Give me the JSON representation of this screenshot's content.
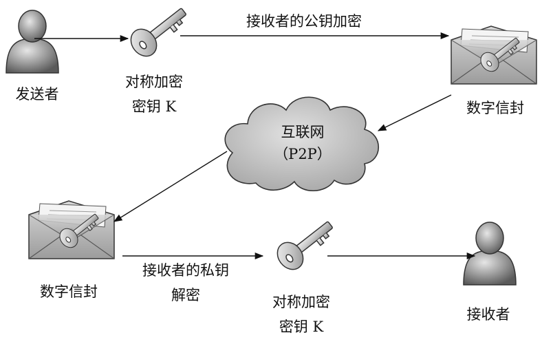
{
  "diagram": {
    "sender_label": "发送者",
    "key1": {
      "line1": "对称加密",
      "line2": "密钥 K"
    },
    "edge_top_label": "接收者的公钥加密",
    "envelope1_label": "数字信封",
    "cloud": {
      "line1": "互联网",
      "line2": "（P2P）"
    },
    "envelope2_label": "数字信封",
    "edge_bottom_label": {
      "line1": "接收者的私钥",
      "line2": "解密"
    },
    "key2": {
      "line1": "对称加密",
      "line2": "密钥 K"
    },
    "receiver_label": "接收者"
  },
  "colors": {
    "stroke": "#222222",
    "person_fill": "#8a8a8a",
    "key_fill": "#c4c4c4",
    "cloud_fill": "#c8c8c8",
    "envelope_fill": "#b8b8b8"
  }
}
